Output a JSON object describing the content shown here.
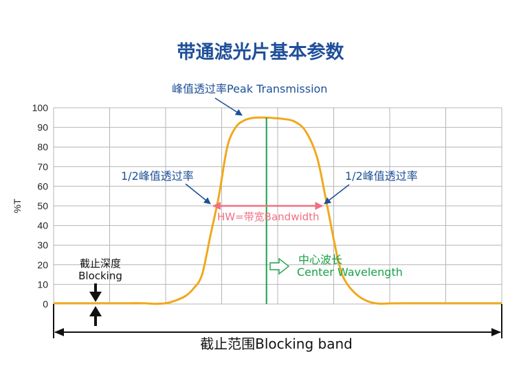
{
  "title": "带通滤光片基本参数",
  "chart_data": {
    "type": "line",
    "ylabel": "%T",
    "xlabel": "",
    "ylim": [
      0,
      100
    ],
    "yticks": [
      0,
      10,
      20,
      30,
      40,
      50,
      60,
      70,
      80,
      90,
      100
    ],
    "grid": true,
    "colors": {
      "curve": "#f0a81c",
      "center_line": "#1aa048",
      "bandwidth": "#f07080",
      "grid": "#b4b4b4",
      "arrow": "#1e4f99"
    },
    "series": [
      {
        "x": [
          0,
          0.4,
          0.8,
          1.2,
          1.6,
          1.8,
          2.0,
          2.15,
          2.35,
          2.5,
          2.65,
          2.8,
          2.95,
          3.1,
          3.25,
          3.4,
          3.55,
          3.75,
          3.95,
          4.1,
          4.3,
          4.5,
          4.7,
          4.85,
          5.0,
          5.1,
          5.2,
          5.4,
          5.6,
          5.8,
          6.0,
          6.4,
          6.8,
          7.2,
          7.6,
          8.0
        ],
        "y": [
          0.4,
          0.4,
          0.4,
          0.4,
          0.4,
          0.1,
          0.4,
          1.5,
          4,
          8,
          15,
          35,
          55,
          80,
          90,
          93.5,
          94.8,
          95,
          94.7,
          94.3,
          93,
          88,
          75,
          55,
          33,
          20,
          12,
          5,
          1.5,
          0.2,
          0.3,
          0.4,
          0.4,
          0.4,
          0.4,
          0.4
        ]
      }
    ],
    "xlim": [
      0,
      8
    ],
    "center_x": 3.8,
    "half_max_x": [
      2.8,
      4.85
    ],
    "half_max_y": 50
  },
  "annotations": {
    "peak": "峰值透过率Peak Transmission",
    "half_left": "1/2峰值透过率",
    "half_right": "1/2峰值透过率",
    "bandwidth": "HW=带宽Bandwidth",
    "center_cn": "中心波长",
    "center_en": "Center Wavelength",
    "blocking_depth_cn": "截止深度",
    "blocking_depth_en": "Blocking",
    "blocking_band": "截止范围Blocking band"
  }
}
